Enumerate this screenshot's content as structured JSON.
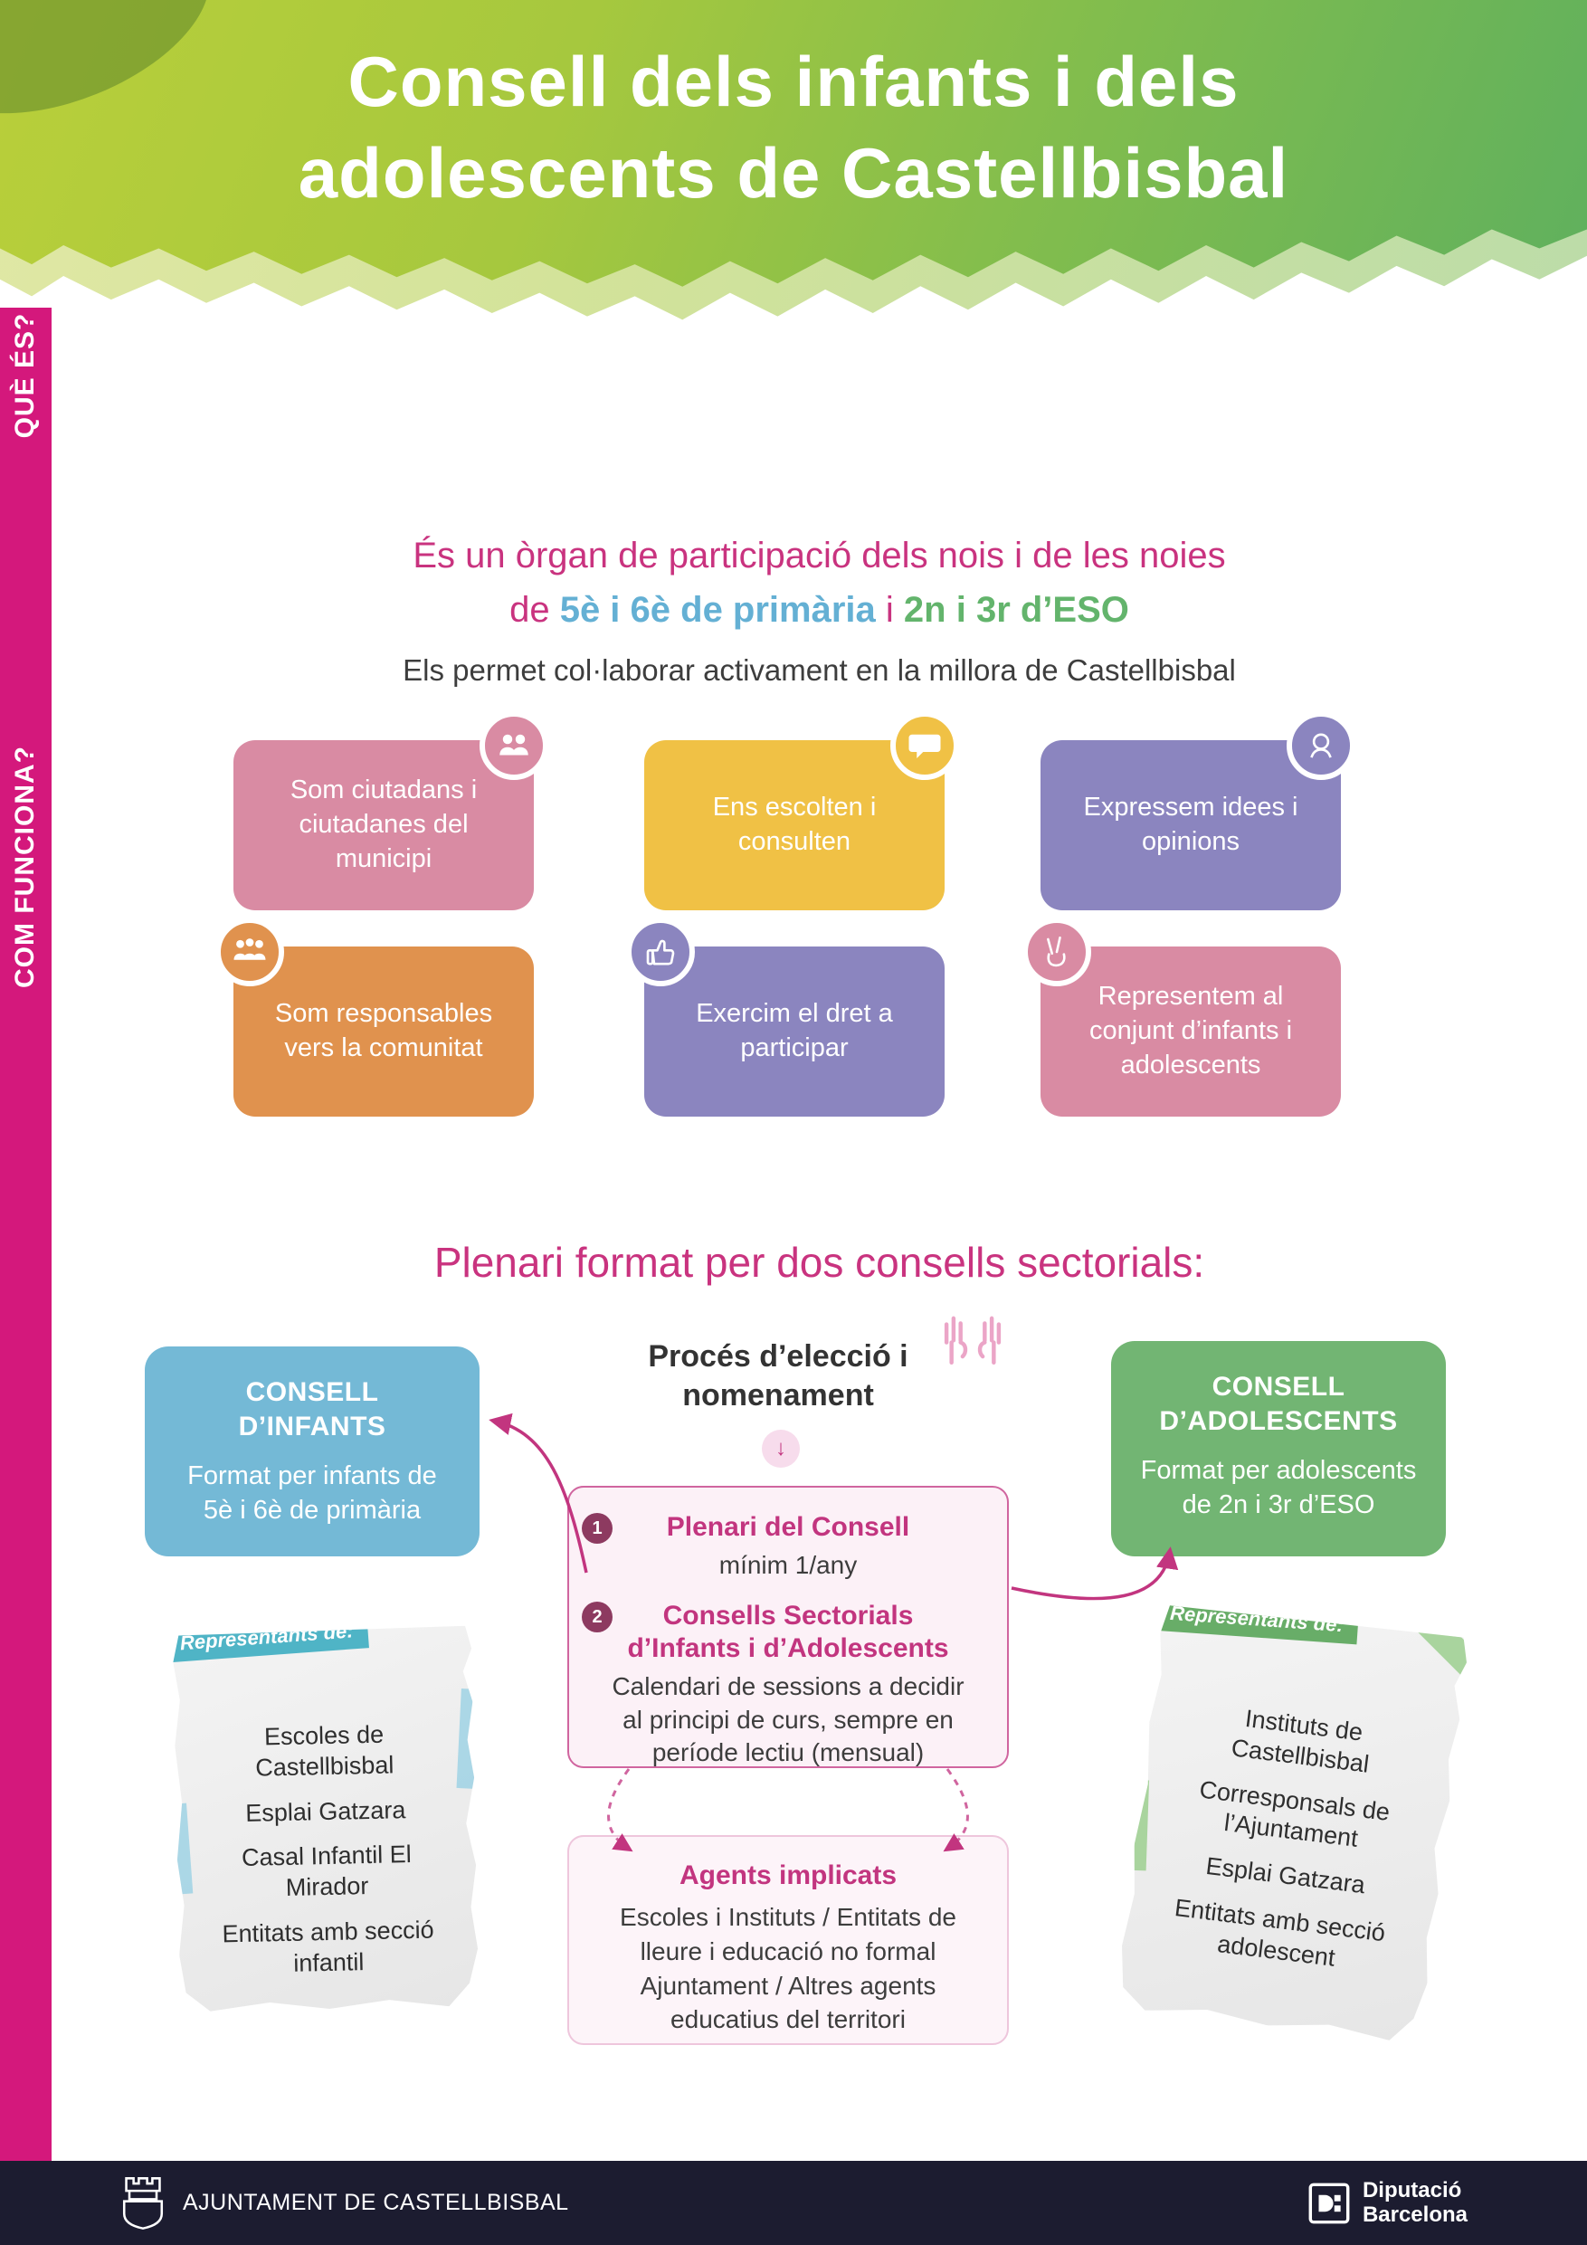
{
  "palette": {
    "magenta_band": "#d4187c",
    "magenta_text": "#c9337f",
    "header_green_light": "#b9cf3a",
    "header_green_dark": "#5fb05e",
    "blue_box": "#74b9d6",
    "green_box": "#72b573",
    "pink_box": "#d98ba3",
    "yellow_box": "#f0c145",
    "purple_box": "#8b85bf",
    "orange_box": "#e0924e",
    "footer_bg": "#1c1c30"
  },
  "header": {
    "title_line1": "Consell dels infants i dels",
    "title_line2": "adolescents de Castellbisbal"
  },
  "sidebar": {
    "que_es": "QUÈ ÉS?",
    "com_funciona": "COM FUNCIONA?"
  },
  "intro": {
    "line1": "És un òrgan de participació dels nois i de les noies",
    "line2_prefix": "de ",
    "line2_primary": "5è i 6è de primària",
    "line2_connector": " i ",
    "line2_eso": "2n i 3r d’ESO",
    "subtitle": "Els permet col·laborar activament en la millora de Castellbisbal"
  },
  "features": [
    {
      "text": "Som ciutadans i ciutadanes del municipi",
      "icon": "citizens-icon"
    },
    {
      "text": "Ens escolten i consulten",
      "icon": "speech-bubble-icon"
    },
    {
      "text": "Expressem idees i opinions",
      "icon": "person-idea-icon"
    },
    {
      "text": "Som responsables vers la comunitat",
      "icon": "community-icon"
    },
    {
      "text": "Exercim el dret a participar",
      "icon": "thumbs-up-icon"
    },
    {
      "text": "Representem al conjunt d’infants i adolescents",
      "icon": "peace-hand-icon"
    }
  ],
  "how": {
    "heading": "Plenari format per dos consells sectorials:",
    "consell_infants": {
      "title": "CONSELL D’INFANTS",
      "body": "Format per infants de 5è i 6è de primària"
    },
    "proces": {
      "title": "Procés d’elecció i nomenament",
      "arrow": "↓"
    },
    "consell_adolescents": {
      "title": "CONSELL D’ADOLESCENTS",
      "body": "Format per adolescents de 2n i 3r d’ESO"
    },
    "plenari": {
      "items": [
        {
          "num": "1",
          "title": "Plenari del Consell",
          "body": "mínim 1/any"
        },
        {
          "num": "2",
          "title": "Consells Sectorials d’Infants i d’Adolescents",
          "body": "Calendari de sessions a decidir al principi de curs, sempre en període lectiu (mensual)"
        }
      ]
    },
    "agents": {
      "title": "Agents implicats",
      "body": "Escoles i Instituts / Entitats de lleure i educació no formal Ajuntament / Altres agents educatius del territori"
    }
  },
  "notes": {
    "left": {
      "label": "Representants de:",
      "items": [
        "Escoles de Castellbisbal",
        "Esplai Gatzara",
        "Casal Infantil El Mirador",
        "Entitats amb secció infantil"
      ]
    },
    "right": {
      "label": "Representants de:",
      "items": [
        "Instituts de Castellbisbal",
        "Corresponsals de l’Ajuntament",
        "Esplai Gatzara",
        "Entitats amb secció adolescent"
      ]
    }
  },
  "footer": {
    "ajuntament": "AJUNTAMENT DE CASTELLBISBAL",
    "diputacio_line1": "Diputació",
    "diputacio_line2": "Barcelona"
  }
}
